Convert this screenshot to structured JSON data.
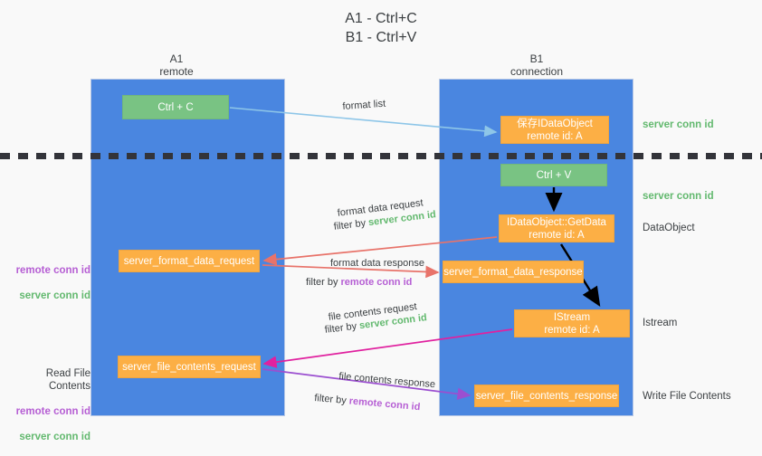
{
  "title": "A1 - Ctrl+C\nB1 - Ctrl+V",
  "columns": {
    "left": {
      "name": "A1",
      "sub": "remote",
      "header": "A1\nremote"
    },
    "right": {
      "name": "B1",
      "sub": "connection",
      "header": "B1\nconnection"
    }
  },
  "nodes": {
    "ctrl_c": {
      "label": "Ctrl + C",
      "color": "#79c383"
    },
    "idataobject": {
      "label": "保存IDataObject\nremote id: A",
      "color": "#fcaf45"
    },
    "ctrl_v": {
      "label": "Ctrl + V",
      "color": "#79c383"
    },
    "getdata": {
      "label": "IDataObject::GetData\nremote id: A",
      "color": "#fcaf45"
    },
    "server_format_data_request": {
      "label": "server_format_data_request",
      "color": "#fcaf45"
    },
    "server_format_data_response": {
      "label": "server_format_data_response",
      "color": "#fcaf45"
    },
    "istream": {
      "label": "IStream\nremote id: A",
      "color": "#fcaf45"
    },
    "server_file_contents_request": {
      "label": "server_file_contents_request",
      "color": "#fcaf45"
    },
    "server_file_contents_response": {
      "label": "server_file_contents_response",
      "color": "#fcaf45"
    }
  },
  "right_labels": {
    "server_conn_id_1": "server conn id",
    "server_conn_id_2": "server conn id",
    "dataobject": "DataObject",
    "istream": "Istream",
    "write_file_contents": "Write File Contents"
  },
  "left_labels": {
    "remote_conn_id_1": "remote conn id",
    "server_conn_id_1": "server conn id",
    "read_file_contents": "Read File Contents",
    "remote_conn_id_2": "remote conn id",
    "server_conn_id_2": "server conn id"
  },
  "captions": {
    "format_list": "format list",
    "format_data_request": "format data request",
    "filter_by": "filter by ",
    "server_conn_id": "server conn id",
    "remote_conn_id": "remote conn id",
    "format_data_response": "format data response",
    "file_contents_request": "file contents request",
    "file_contents_response": "file contents response"
  },
  "colors": {
    "lane_blue": "#4a86e0",
    "node_green": "#79c383",
    "node_orange": "#fcaf45",
    "green_text": "#63b96f",
    "purple_text": "#b65fd4",
    "arrow_blue": "#8ec6e8",
    "arrow_red": "#e8736a",
    "arrow_magenta": "#e0219f",
    "arrow_purple": "#9b4fd0",
    "arrow_black": "#000000",
    "background": "#f9f9f9",
    "dashed_line": "#33343a"
  }
}
